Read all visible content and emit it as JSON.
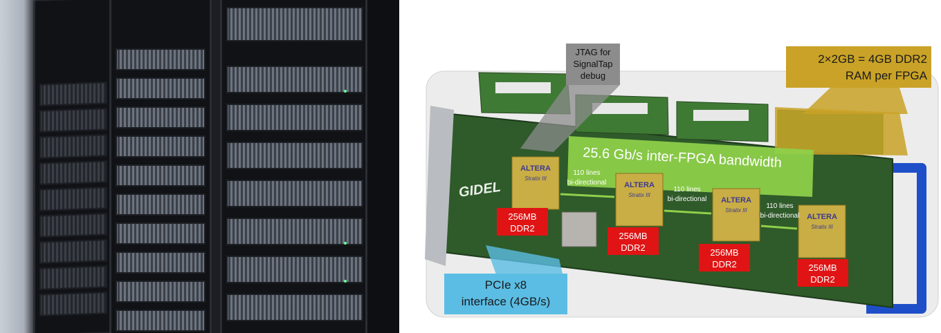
{
  "callouts": {
    "jtag": [
      "JTAG for",
      "SignalTap",
      "debug"
    ],
    "ram": [
      "2×2GB = 4GB DDR2",
      "RAM per FPGA"
    ],
    "bandwidth": "25.6 Gb/s inter-FPGA bandwidth",
    "pcie": [
      "PCIe x8",
      "interface (4GB/s)"
    ]
  },
  "links": [
    [
      "110 lines",
      "bi-directional"
    ],
    [
      "110 lines",
      "bi-directional"
    ],
    [
      "110 lines",
      "bi-directional"
    ]
  ],
  "ddr_blocks": [
    [
      "256MB",
      "DDR2"
    ],
    [
      "256MB",
      "DDR2"
    ],
    [
      "256MB",
      "DDR2"
    ],
    [
      "256MB",
      "DDR2"
    ]
  ],
  "board_brand": "GIDEL",
  "chip_brand": "ALTERA",
  "chip_model": "Stratix III",
  "colors": {
    "board_green": "#2f5a2a",
    "fpga_gold": "#c9ad45",
    "ddr_red": "#e01414",
    "bandwidth_green": "#8fd14a",
    "jtag_gray": "#8c8c8c",
    "ram_gold": "#c9a227",
    "pcie_blue": "#5bbde4",
    "handle_blue": "#1f4fc8"
  }
}
